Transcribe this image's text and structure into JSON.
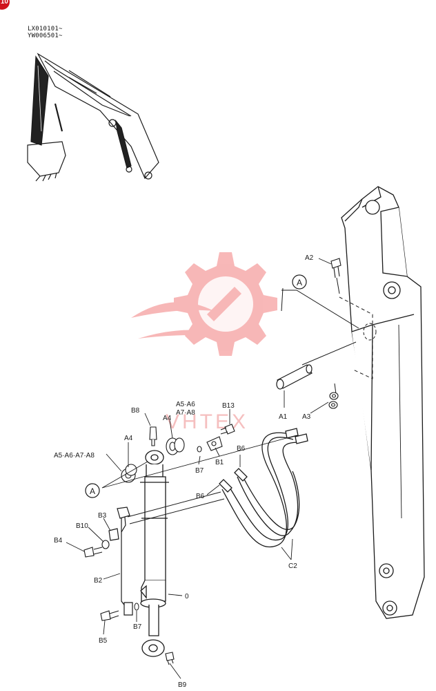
{
  "page_badge": {
    "text": "10",
    "color": "#d0141e"
  },
  "serial_numbers": [
    "LX010101~",
    "YW006501~"
  ],
  "watermark": {
    "text": "VHTEX",
    "color": "#f08888"
  },
  "callouts": {
    "a_ref": "A",
    "a1": "A1",
    "a2": "A2",
    "a3": "A3",
    "a4": "A4",
    "a4_left": "A4",
    "a5_a6": "A5·A6",
    "a7_a8": "A7·A8",
    "a5_a8_left": "A5·A6·A7·A8",
    "b1": "B1",
    "b2": "B2",
    "b3": "B3",
    "b4": "B4",
    "b5": "B5",
    "b6": "B6",
    "b6_lower": "B6",
    "b7": "B7",
    "b7_lower": "B7",
    "b8": "B8",
    "b9": "B9",
    "b10": "B10",
    "b13": "B13",
    "c2": "C2",
    "zero": "0"
  },
  "colors": {
    "line": "#1a1a1a",
    "watermark": "#f08888"
  }
}
